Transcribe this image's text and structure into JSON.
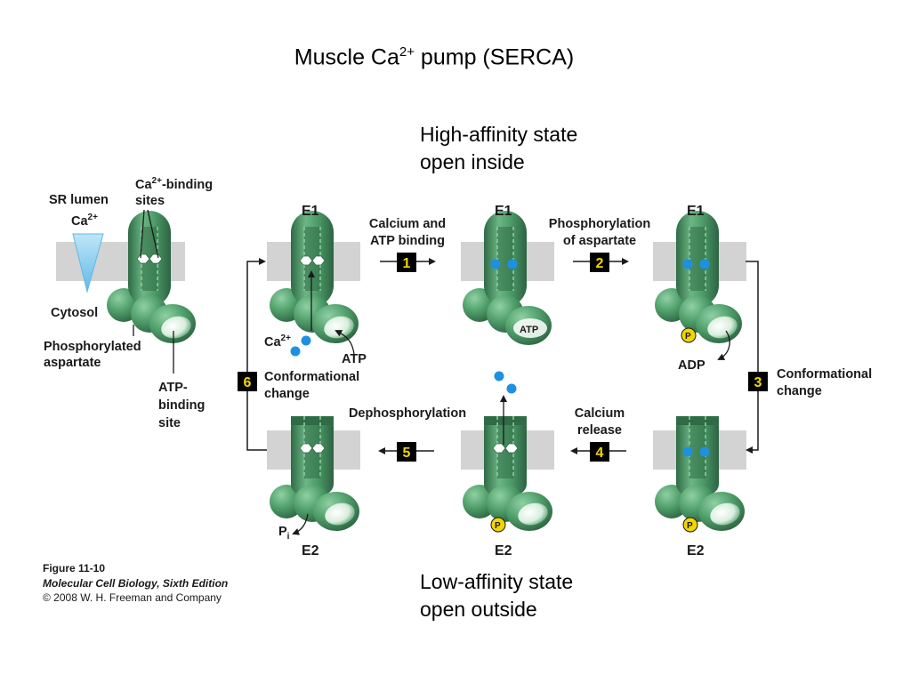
{
  "title": {
    "main": "Muscle Ca",
    "sup": "2+",
    "rest": " pump (SERCA)"
  },
  "high_affinity": {
    "line1": "High-affinity state",
    "line2": "open inside"
  },
  "low_affinity": {
    "line1": "Low-affinity state",
    "line2": "open outside"
  },
  "legend": {
    "sr_lumen": "SR lumen",
    "ca": "Ca",
    "ca_sup": "2+",
    "cytosol": "Cytosol",
    "binding_sites_1": "-binding",
    "binding_sites_2": "sites",
    "phosphorylated_1": "Phosphorylated",
    "phosphorylated_2": "aspartate",
    "atp_site_1": "ATP-",
    "atp_site_2": "binding",
    "atp_site_3": "site"
  },
  "states": {
    "top_left": "E1",
    "top_mid": "E1",
    "top_right": "E1",
    "bottom_left": "E2",
    "bottom_mid": "E2",
    "bottom_right": "E2"
  },
  "steps": [
    {
      "number": "1",
      "line1": "Calcium and",
      "line2": "ATP binding"
    },
    {
      "number": "2",
      "line1": "Phosphorylation",
      "line2": "of aspartate"
    },
    {
      "number": "3",
      "line1": "Conformational",
      "line2": "change"
    },
    {
      "number": "4",
      "line1": "Calcium",
      "line2": "release"
    },
    {
      "number": "5",
      "line1": "Dephosphorylation",
      "line2": ""
    },
    {
      "number": "6",
      "line1": "Conformational",
      "line2": "change"
    }
  ],
  "annotations": {
    "ca_in": "Ca",
    "ca_in_sup": "2+",
    "atp_in": "ATP",
    "atp_bound": "ATP",
    "adp_out": "ADP",
    "pi": "P",
    "pi_sub": "i",
    "phosphate": "P"
  },
  "figure_caption": {
    "line1": "Figure 11-10",
    "line2": "Molecular Cell Biology, Sixth Edition",
    "line3": "© 2008 W. H. Freeman and Company"
  },
  "colors": {
    "protein_green": "#4f9e6a",
    "protein_dark": "#2f6b45",
    "membrane_gray": "#d3d3d3",
    "calcium_blue": "#1e90e0",
    "step_box": "#000000",
    "step_number": "#f2d600",
    "phosphate_yellow": "#f2d600",
    "funnel_blue": "#8fd0f0"
  }
}
